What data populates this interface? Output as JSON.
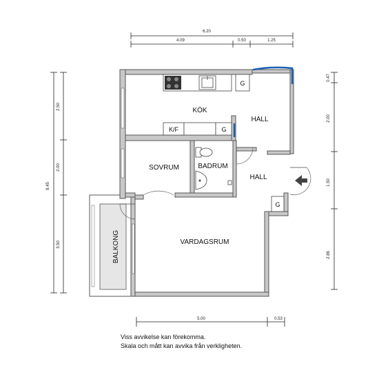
{
  "dimensions": {
    "top_total": "6.20",
    "top_a": "4.09",
    "top_b": "0.50",
    "top_c": "1.25",
    "left_total": "8.45",
    "left_a": "2.50",
    "left_b": "2.00",
    "left_c": "3.50",
    "right_a": "0.47",
    "right_b": "2.00",
    "right_c": "1.50",
    "right_d": "2.86",
    "bottom_a": "5.00",
    "bottom_b": "0.53"
  },
  "rooms": {
    "kok": "KÖK",
    "hall_upper": "HALL",
    "hall_lower": "HALL",
    "sovrum": "SOVRUM",
    "badrum": "BADRUM",
    "vardagsrum": "VARDAGSRUM",
    "balkong": "BALKONG"
  },
  "fixtures": {
    "kf": "K/F",
    "g_kitchen": "G",
    "g_top": "G",
    "g_hall": "G"
  },
  "notes": {
    "line1": "Viss avvikelse kan förekomma.",
    "line2": "Skala och mått kan avvika från verkligheten."
  },
  "colors": {
    "wall": "#c8c8c8",
    "marking": "#1a5fb4"
  }
}
